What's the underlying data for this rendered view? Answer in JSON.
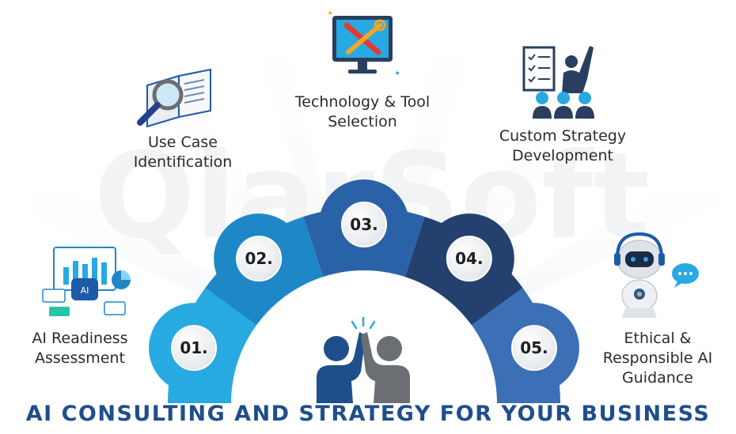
{
  "diagram": {
    "steps": [
      {
        "number": "01.",
        "label": "AI Readiness\nAssessment",
        "color": "#27a9e1",
        "icon": "analytics-dashboard-icon"
      },
      {
        "number": "02.",
        "label": "Use Case\nIdentification",
        "color": "#1e88c7",
        "icon": "magnifier-book-icon"
      },
      {
        "number": "03.",
        "label": "Technology & Tool\nSelection",
        "color": "#2a62a8",
        "icon": "monitor-tools-icon"
      },
      {
        "number": "04.",
        "label": "Custom Strategy\nDevelopment",
        "color": "#24406f",
        "icon": "presenter-board-icon"
      },
      {
        "number": "05.",
        "label": "Ethical &\nResponsible AI\nGuidance",
        "color": "#3b6fb6",
        "icon": "robot-chat-icon"
      }
    ],
    "center_icon": "high-five-icon",
    "footer_title": "AI CONSULTING AND STRATEGY FOR YOUR BUSINESS",
    "footer_color": "#1f4e8c"
  }
}
